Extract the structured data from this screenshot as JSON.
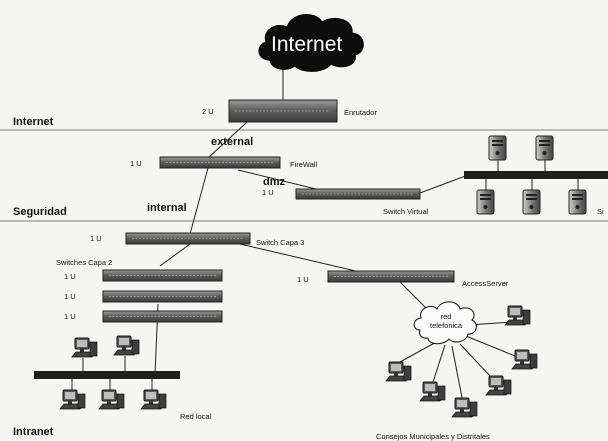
{
  "zones": {
    "internet": "Internet",
    "seguridad": "Seguridad",
    "intranet": "Intranet"
  },
  "cloud": {
    "label": "Internet"
  },
  "devices": {
    "enrutador": {
      "units": "2 U",
      "label": "Enrutador"
    },
    "firewall": {
      "units": "1 U",
      "label": "FireWall"
    },
    "switch_virtual": {
      "units": "1 U",
      "label": "Switch Virtual"
    },
    "switch_capa3": {
      "units": "1 U",
      "label": "Switch Capa 3"
    },
    "switches_capa2": {
      "title": "Switches Capa 2",
      "units": [
        "1 U",
        "1 U",
        "1 U"
      ]
    },
    "access_server": {
      "units": "1 U",
      "label": "AccessServer"
    }
  },
  "links": {
    "external": "external",
    "internal": "internal",
    "dmz": "dmz"
  },
  "groups": {
    "servers_label": "Si",
    "red_local": "Red local",
    "red_telefonica": "red\ntelefonica",
    "consejos": "Consejos Municipales y Distritales"
  }
}
